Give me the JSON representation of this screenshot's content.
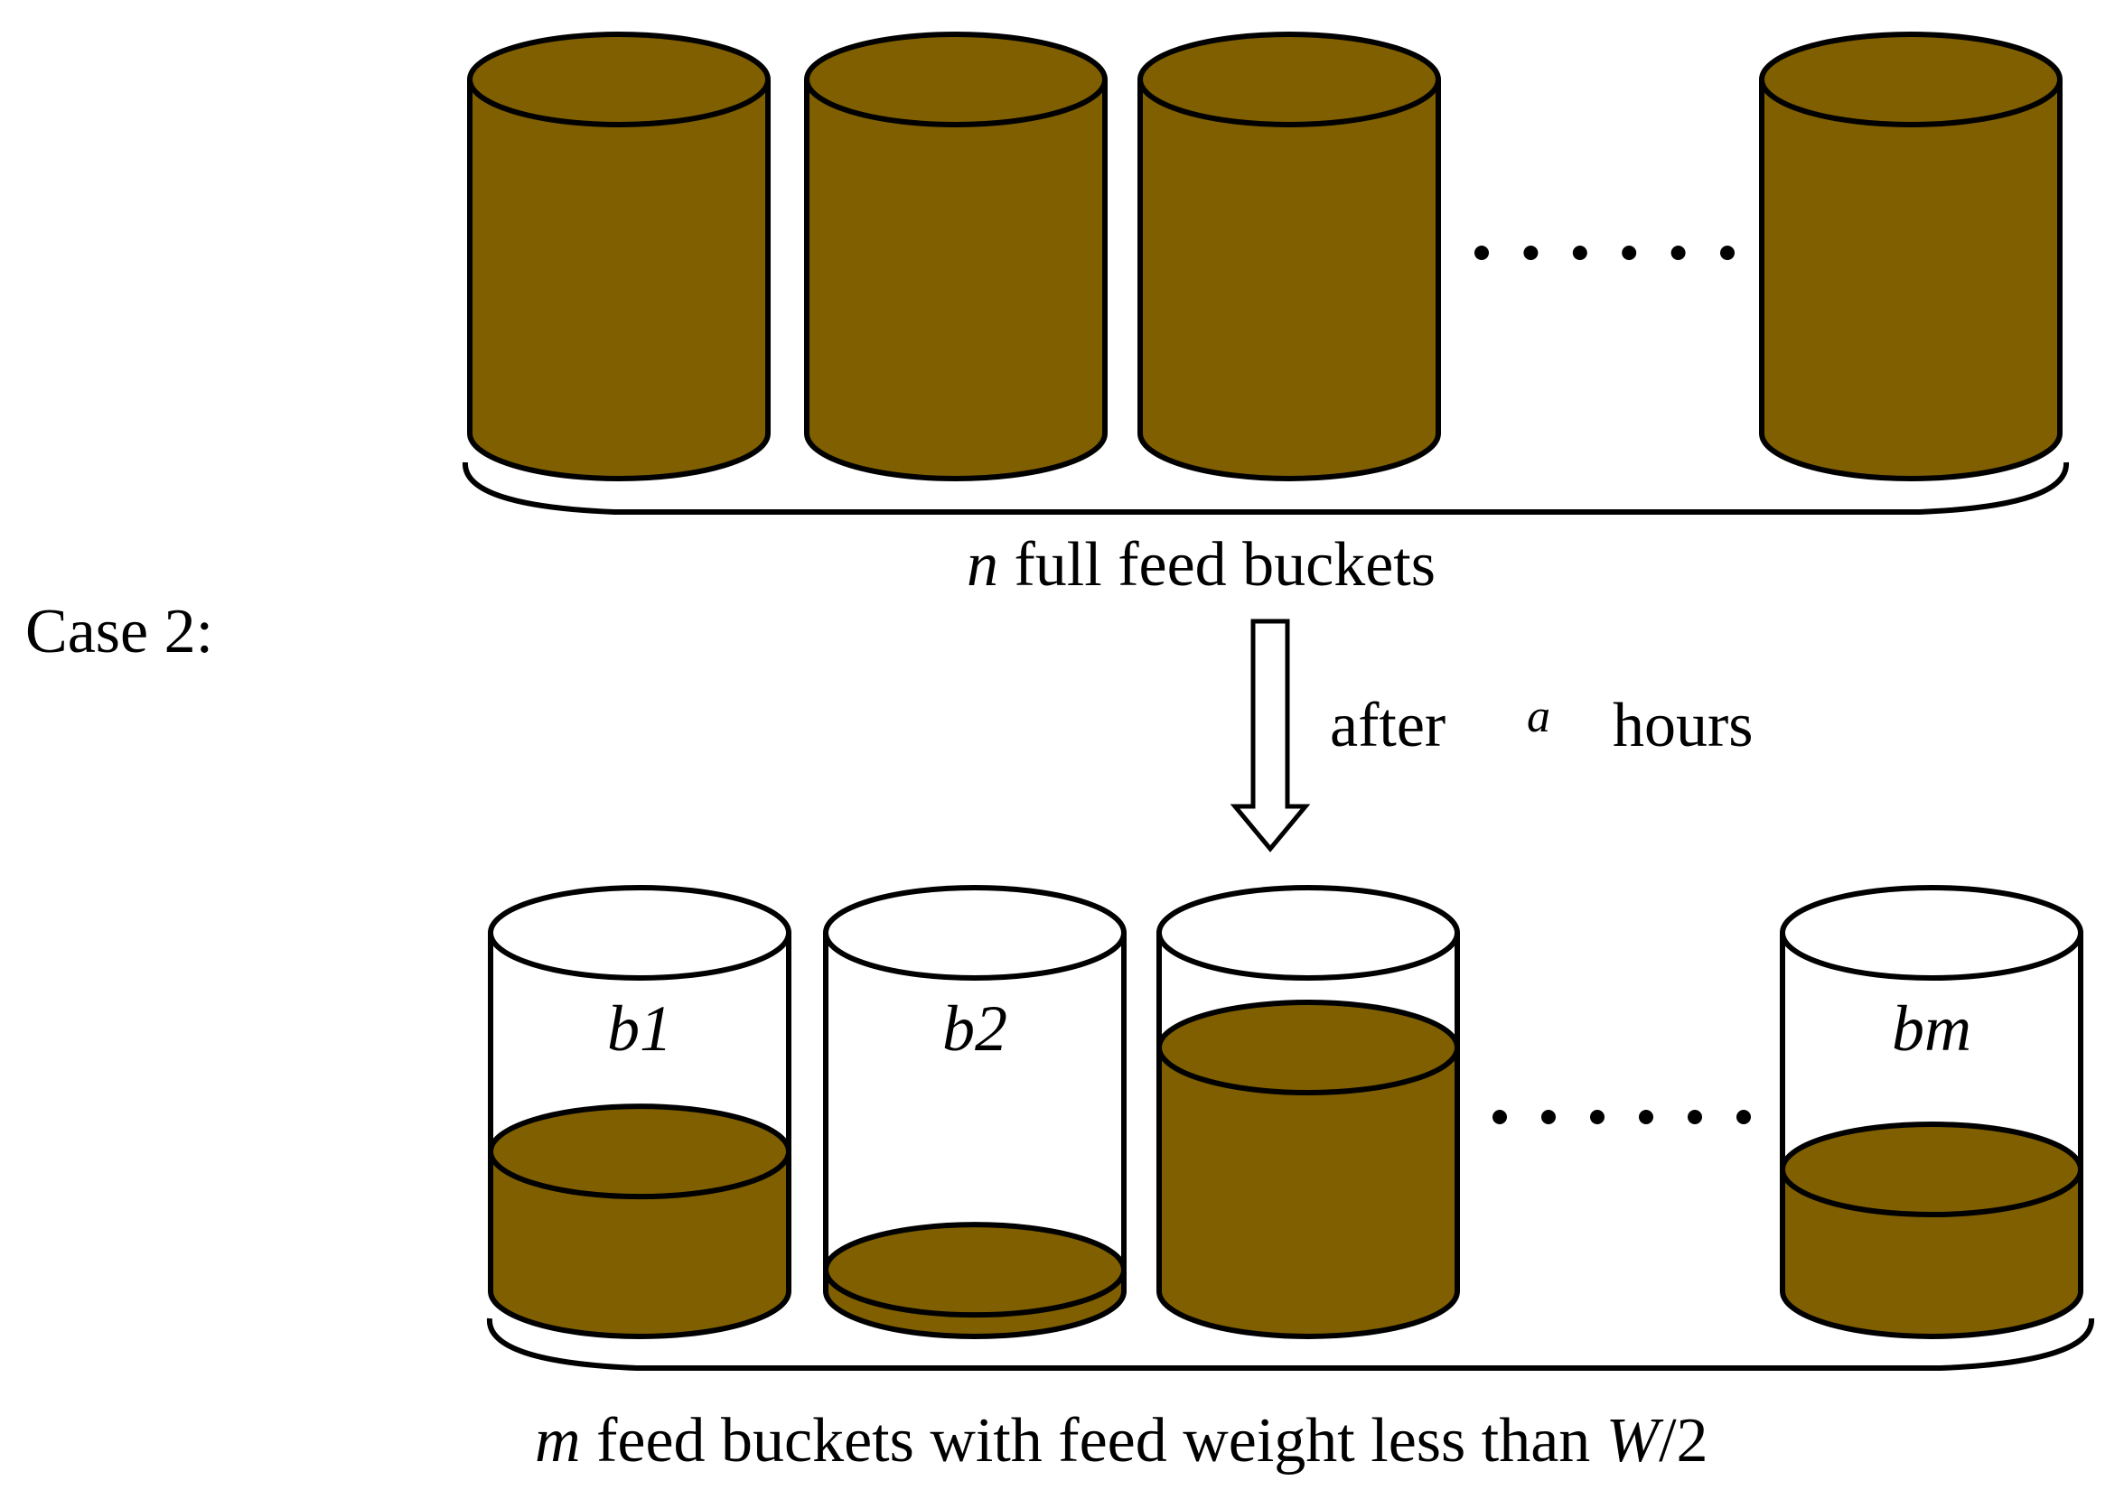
{
  "case_label": "Case 2:",
  "top_caption": {
    "var": "n",
    "text": " full feed buckets"
  },
  "arrow_label": {
    "before": "after",
    "var": "a",
    "after": "hours"
  },
  "bottom_caption": {
    "var": "m",
    "text": " feed buckets with feed weight less than ",
    "var2": "W",
    "suffix": "/2"
  },
  "ellipsis": "......",
  "colors": {
    "feed": "#7f5f00",
    "stroke": "#000000",
    "empty": "#ffffff"
  },
  "top_buckets": [
    {
      "fill_fraction": 1.0
    },
    {
      "fill_fraction": 1.0
    },
    {
      "fill_fraction": 1.0
    },
    {
      "fill_fraction": 1.0
    }
  ],
  "bottom_buckets": [
    {
      "label": "b1",
      "fill_fraction": 0.39
    },
    {
      "label": "b2",
      "fill_fraction": 0.06
    },
    {
      "label": "",
      "fill_fraction": 0.68
    },
    {
      "label": "bm",
      "fill_fraction": 0.34
    }
  ]
}
